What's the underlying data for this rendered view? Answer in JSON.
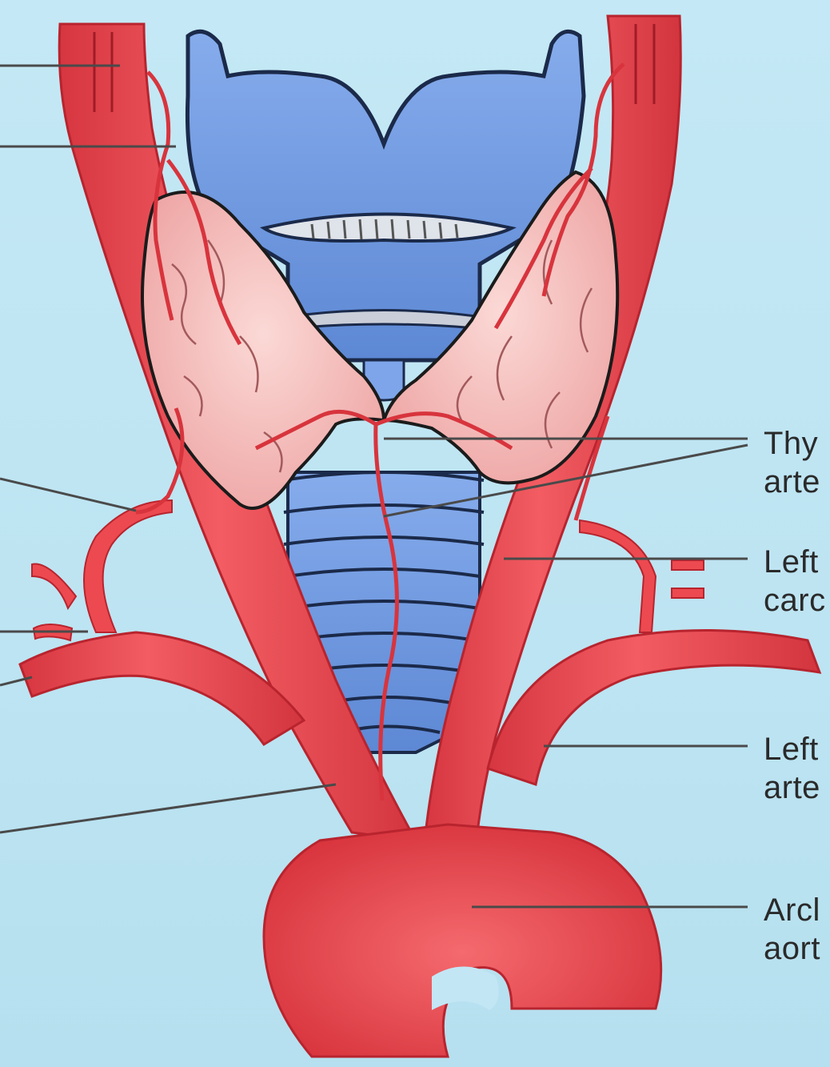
{
  "labels": {
    "thyroid_arteries": {
      "line1": "Thy",
      "line2": "arte"
    },
    "left_common_carotid": {
      "line1": "Left",
      "line2": "carc"
    },
    "left_subclavian": {
      "line1": "Left",
      "line2": "arte"
    },
    "arch_of_aorta": {
      "line1": "Arcl",
      "line2": "aort"
    }
  },
  "colors": {
    "background": "#bfe6f3",
    "artery": "#ec4a50",
    "artery_dark": "#c22a33",
    "cartilage": "#6f9be0",
    "thyroid": "#f6c2c0",
    "leader_line": "#4a4a4a"
  }
}
